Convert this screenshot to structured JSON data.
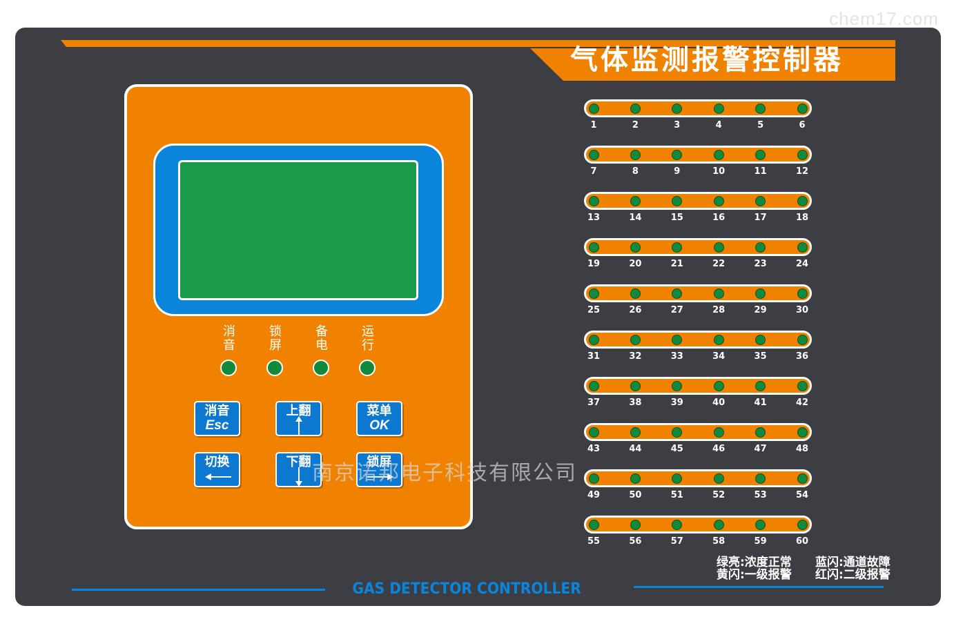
{
  "watermark_top": "chem17.com",
  "header": {
    "title": "气体监测报警控制器"
  },
  "indicators": [
    {
      "label_top": "消",
      "label_bottom": "音"
    },
    {
      "label_top": "锁",
      "label_bottom": "屏"
    },
    {
      "label_top": "备",
      "label_bottom": "电"
    },
    {
      "label_top": "运",
      "label_bottom": "行"
    }
  ],
  "keys": {
    "esc": {
      "line1": "消音",
      "line2": "Esc"
    },
    "page_up": {
      "line1": "上翻"
    },
    "menu": {
      "line1": "菜单",
      "line2": "OK"
    },
    "switch": {
      "line1": "切换"
    },
    "page_down": {
      "line1": "下翻"
    },
    "lock": {
      "line1": "锁屏"
    }
  },
  "channels": [
    "1",
    "2",
    "3",
    "4",
    "5",
    "6",
    "7",
    "8",
    "9",
    "10",
    "11",
    "12",
    "13",
    "14",
    "15",
    "16",
    "17",
    "18",
    "19",
    "20",
    "21",
    "22",
    "23",
    "24",
    "25",
    "26",
    "27",
    "28",
    "29",
    "30",
    "31",
    "32",
    "33",
    "34",
    "35",
    "36",
    "37",
    "38",
    "39",
    "40",
    "41",
    "42",
    "43",
    "44",
    "45",
    "46",
    "47",
    "48",
    "49",
    "50",
    "51",
    "52",
    "53",
    "54",
    "55",
    "56",
    "57",
    "58",
    "59",
    "60"
  ],
  "legend": {
    "green": "绿亮:浓度正常",
    "blue": "蓝闪:通道故障",
    "yellow": "黄闪:一级报警",
    "red": "红闪:二级报警"
  },
  "footer": {
    "title": "GAS DETECTOR CONTROLLER"
  },
  "watermark_overlay": "南京诺邦电子科技有限公司",
  "colors": {
    "panel": "#3c3e44",
    "orange": "#f08200",
    "blue": "#0a85db",
    "screen_green": "#1a9a4b",
    "led_green": "#118a3c"
  }
}
